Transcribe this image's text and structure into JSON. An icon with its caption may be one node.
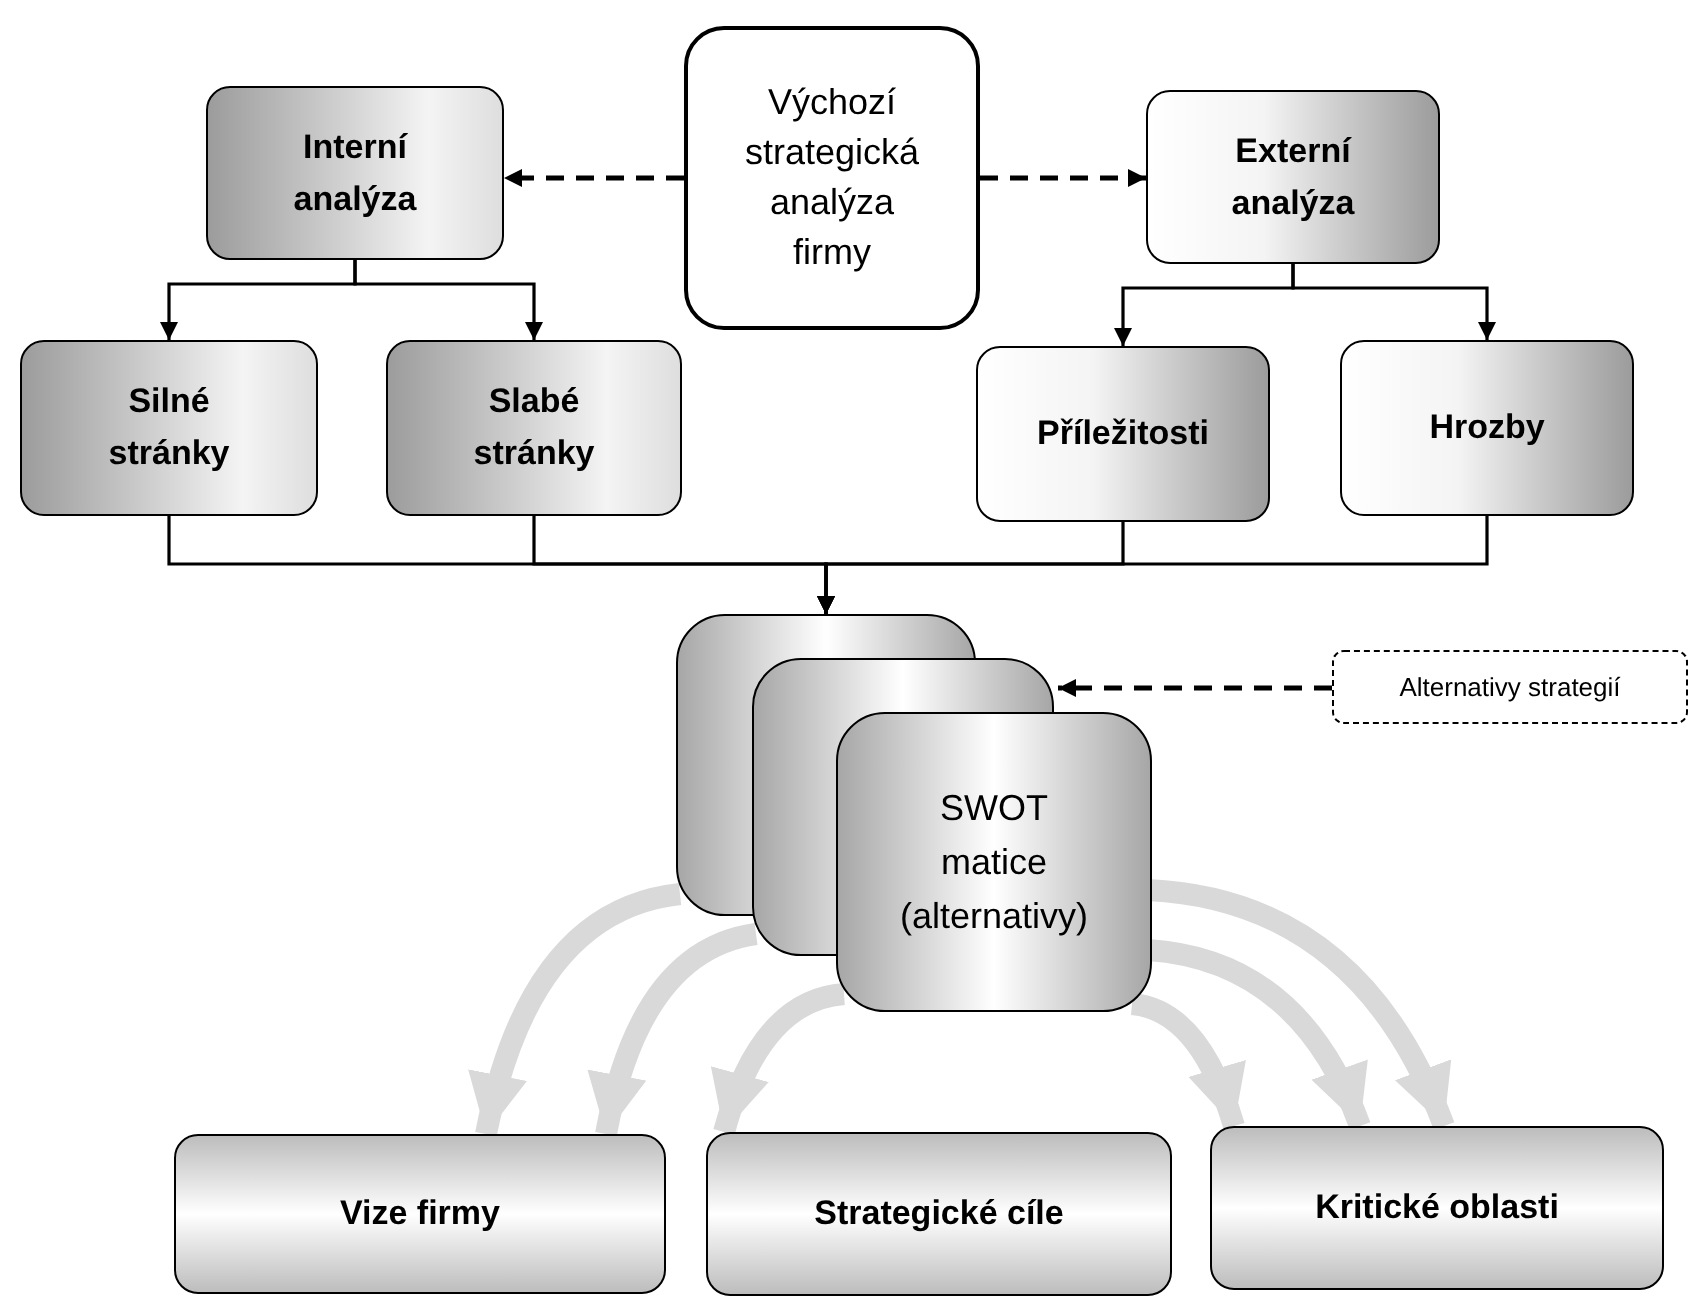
{
  "diagram": {
    "nodes": [
      {
        "text": [
          "Výchozí strategická analýza firmy"
        ]
      },
      {
        "text": [
          "Interní analýza"
        ]
      },
      {
        "text": [
          "Externí analýza"
        ]
      },
      {
        "text": [
          "Silné stránky"
        ]
      },
      {
        "text": [
          "Slabé stránky"
        ]
      },
      {
        "text": [
          "Příležitosti"
        ]
      },
      {
        "text": [
          "Hrozby"
        ]
      },
      {
        "text": [
          "SWOT matice (alternativy)"
        ]
      },
      {
        "text": [
          "Alternativy strategií"
        ]
      },
      {
        "text": [
          "Vize firmy"
        ]
      },
      {
        "text": [
          "Strategické cíle"
        ]
      },
      {
        "text": [
          "Kritické oblasti"
        ]
      }
    ],
    "edges": [
      {
        "from": 0,
        "to": 1,
        "arrow": "to",
        "style": "dashed"
      },
      {
        "from": 0,
        "to": 2,
        "arrow": "to",
        "style": "dashed"
      },
      {
        "from": 1,
        "to": 3,
        "arrow": "to"
      },
      {
        "from": 1,
        "to": 4,
        "arrow": "to"
      },
      {
        "from": 2,
        "to": 5,
        "arrow": "to"
      },
      {
        "from": 2,
        "to": 6,
        "arrow": "to"
      },
      {
        "from": 3,
        "to": 7,
        "arrow": "to"
      },
      {
        "from": 4,
        "to": 7,
        "arrow": "to"
      },
      {
        "from": 5,
        "to": 7,
        "arrow": "to"
      },
      {
        "from": 6,
        "to": 7,
        "arrow": "to"
      },
      {
        "from": 8,
        "to": 7,
        "arrow": "to",
        "style": "dashed"
      },
      {
        "from": 7,
        "to": 9,
        "arrow": "to",
        "style": "thick",
        "color": "#d9d9d9"
      },
      {
        "from": 7,
        "to": 9,
        "arrow": "to",
        "style": "thick",
        "color": "#d9d9d9"
      },
      {
        "from": 7,
        "to": 10,
        "arrow": "to",
        "style": "thick",
        "color": "#d9d9d9"
      },
      {
        "from": 7,
        "to": 11,
        "arrow": "to",
        "style": "thick",
        "color": "#d9d9d9"
      },
      {
        "from": 7,
        "to": 11,
        "arrow": "to",
        "style": "thick",
        "color": "#d9d9d9"
      },
      {
        "from": 7,
        "to": 11,
        "arrow": "to",
        "style": "thick",
        "color": "#d9d9d9"
      }
    ]
  }
}
